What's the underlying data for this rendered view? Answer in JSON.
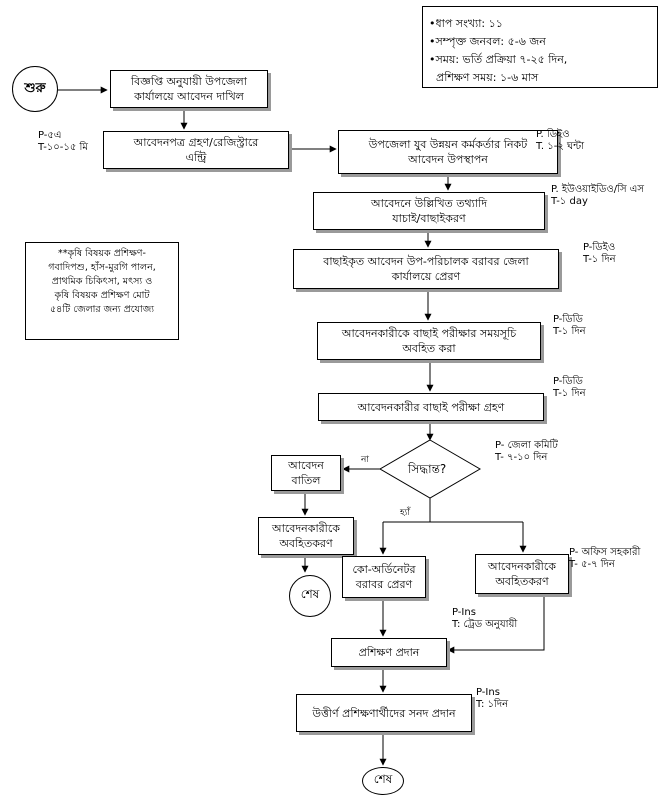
{
  "info": {
    "lines": [
      "•ধাপ সংখ্যা: ১১",
      "•সম্পৃক্ত জনবল: ৫-৬ জন",
      "•সময়: ভর্তি প্রক্রিয়া ৭-২৫ দিন,",
      "  প্রশিক্ষণ সময়: ১-৬ মাস"
    ]
  },
  "start": "শুরু",
  "end_left": "শেষ",
  "end_bottom": "শেষ",
  "side_note": "**কৃষি বিষয়ক প্রশিক্ষণ-\nগবাদিপশু, হাঁস-মুরগি পালন,\nপ্রাথমিক চিকিৎসা, মৎস্য ও\nকৃষি বিষয়ক প্রশিক্ষণ মোট\n৫৪টি জেলার জন্য প্রযোজ্য",
  "steps": {
    "s1": "বিজ্ঞপ্তি অনুযায়ী উপজেলা\nকার্যালয়ে আবেদন দাখিল",
    "s2": "আবেদনপত্র গ্রহণ/রেজিস্ট্রারে\nএন্ট্রি",
    "s3": "উপজেলা যুব উন্নয়ন কর্মকর্তার নিকট\nআবেদন উপস্থাপন",
    "s4": "আবেদনে উল্লিখিত তথ্যাদি\nযাচাই/বাছাইকরণ",
    "s5": "বাছাইকৃত আবেদন উপ-পরিচালক বরাবর জেলা\nকার্যালয়ে প্রেরণ",
    "s6": "আবেদনকারীকে বাছাই পরীক্ষার সময়সূচি\nঅবহিত করা",
    "s7": "আবেদনকারীর বাছাই পরীক্ষা গ্রহণ",
    "decision": "সিদ্ধান্ত?",
    "reject": "আবেদন\nবাতিল",
    "notify_left": "আবেদনকারীকে\nঅবহিতকরণ",
    "coord": "কো-অর্ডিনেটর\nবরাবর প্রেরণ",
    "notify_right": "আবেদনকারীকে\nঅবহিতকরণ",
    "training": "প্রশিক্ষণ প্রদান",
    "certificate": "উত্তীর্ণ প্রশিক্ষণার্থীদের সনদ প্রদান"
  },
  "labels": {
    "no": "না",
    "yes": "হ্যাঁ"
  },
  "notes": {
    "n2": "P-৫এ\nT-১০-১৫ মি",
    "n3": "P. ডিইও\nT. ১-২ ঘন্টা",
    "n4": "P. ইউওয়াইডিও/সি এস\nT-১ day",
    "n5": "P-ডিইও\nT-১ দিন",
    "n6": "P-ডিডি\nT-১ দিন",
    "n7": "P-ডিডি\nT-১ দিন",
    "nd": "P- জেলা কমিটি\nT- ৭-১০ দিন",
    "nr": "P- অফিস সহকারী\nT- ৫-৭ দিন",
    "nt": "P-Ins\nT: ট্রেড অনুযায়ী",
    "nc": "P-Ins\nT: ১দিন"
  }
}
